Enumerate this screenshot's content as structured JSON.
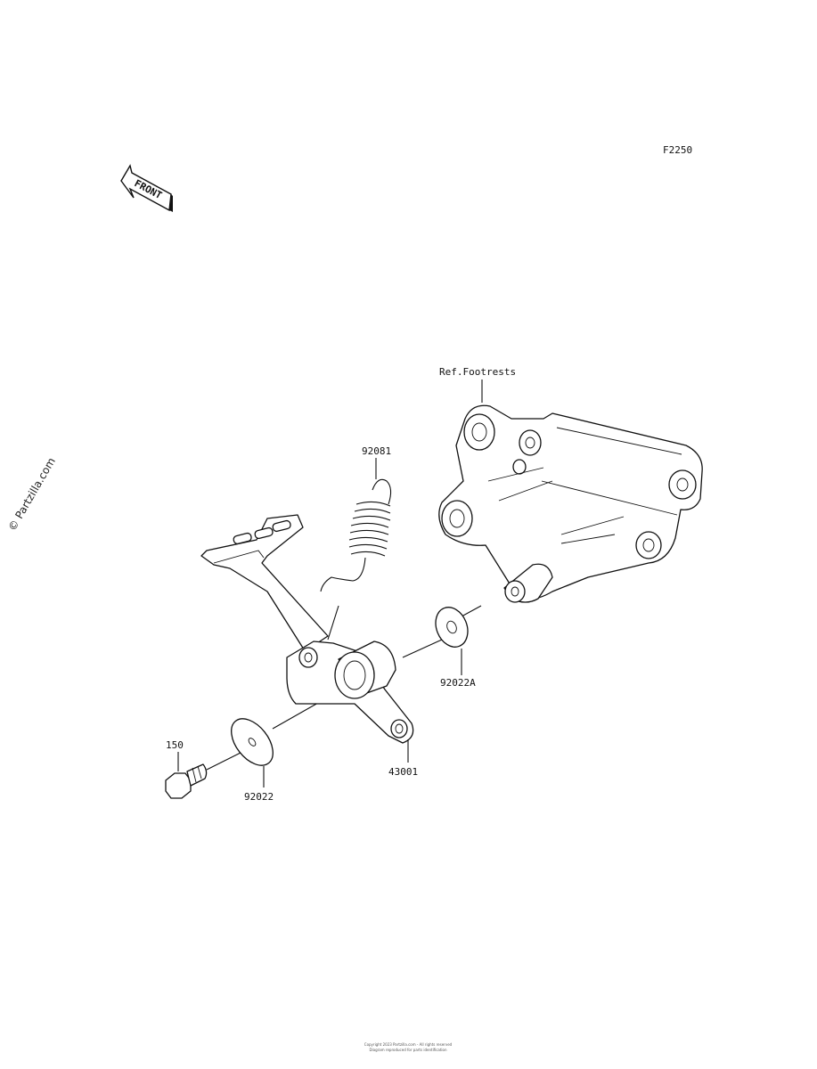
{
  "diagram_code": "F2250",
  "front_badge": "FRONT",
  "watermark": "© Partzilla.com",
  "ref_label": "Ref.Footrests",
  "parts": {
    "spring": "92081",
    "washer_inner": "92022A",
    "pedal": "43001",
    "bolt": "150",
    "washer_outer": "92022"
  },
  "copyright_line1": "Copyright 2023 Partzilla.com - All rights reserved",
  "copyright_line2": "Diagram reproduced for parts identification"
}
